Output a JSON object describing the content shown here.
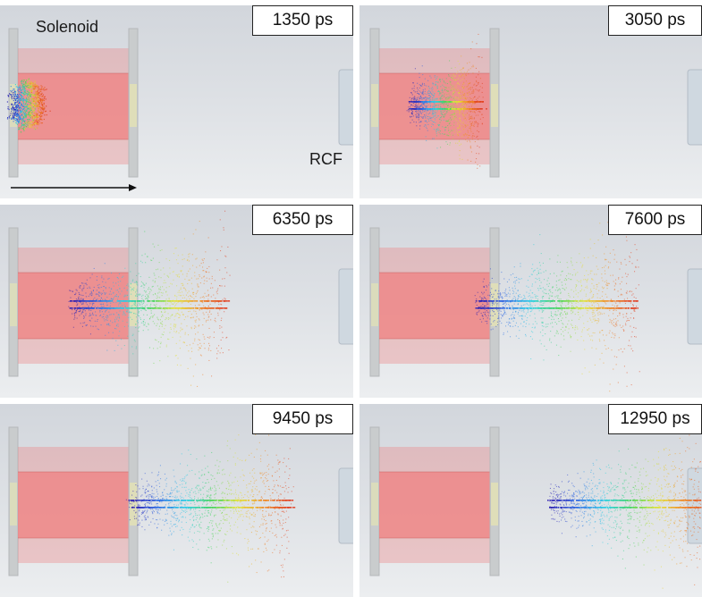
{
  "panels": [
    {
      "time_label": "1350 ps",
      "bunch_position": 0.0,
      "bunch_spread": 0.2
    },
    {
      "time_label": "3050 ps",
      "bunch_position": 0.12,
      "bunch_spread": 0.45
    },
    {
      "time_label": "6350 ps",
      "bunch_position": 0.34,
      "bunch_spread": 0.7
    },
    {
      "time_label": "7600 ps",
      "bunch_position": 0.52,
      "bunch_spread": 0.85
    },
    {
      "time_label": "9450 ps",
      "bunch_position": 0.58,
      "bunch_spread": 0.9
    },
    {
      "time_label": "12950 ps",
      "bunch_position": 0.8,
      "bunch_spread": 0.95
    }
  ],
  "annotations": {
    "solenoid_label": "Solenoid",
    "rcf_label": "RCF"
  },
  "colors": {
    "background": "#d8dde3",
    "solenoid": "#ef8080",
    "flange": "#c9cccd",
    "rcf": "#cfd8e0",
    "colormap": [
      "#2a1ab0",
      "#2f6ee6",
      "#2ed0e8",
      "#3fd45a",
      "#e4e43a",
      "#f08a28",
      "#e03a20"
    ]
  }
}
